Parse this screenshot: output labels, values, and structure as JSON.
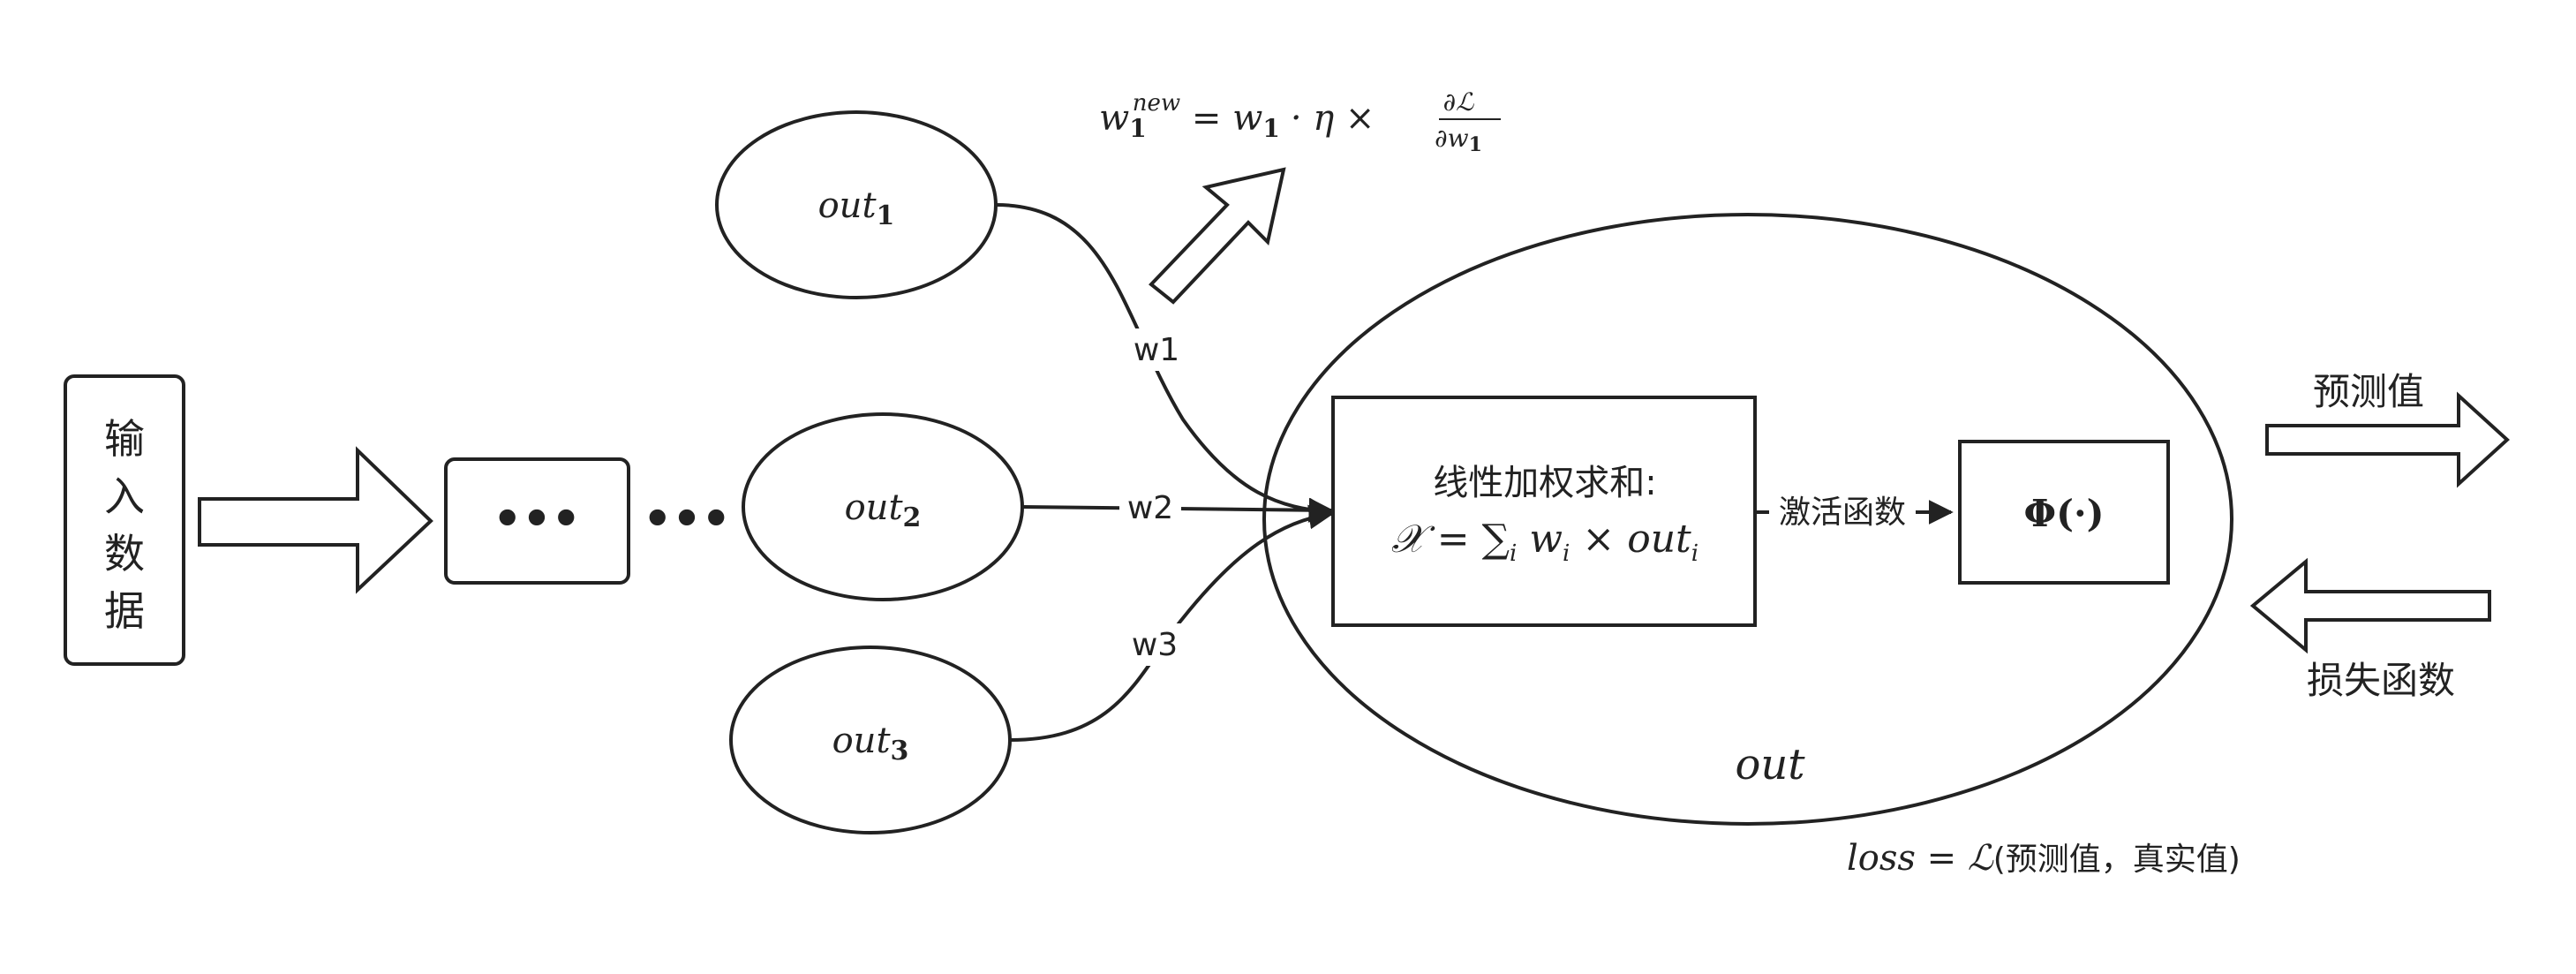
{
  "input": {
    "chars": [
      "输",
      "入",
      "数",
      "据"
    ]
  },
  "ellipsis_box": "•••",
  "ellipsis_dots": "•••",
  "neurons": [
    {
      "label": "out",
      "sub": "1"
    },
    {
      "label": "out",
      "sub": "2"
    },
    {
      "label": "out",
      "sub": "3"
    }
  ],
  "weights": [
    "w1",
    "w2",
    "w3"
  ],
  "update_formula": {
    "w": "w",
    "sub": "1",
    "sup": "new",
    "eq": " = ",
    "w1": "w",
    "w1_sub": "1",
    "eta": "· η × ",
    "frac_num": "∂ℒ",
    "frac_den": "∂w",
    "frac_den_sub": "1"
  },
  "sum_box": {
    "title": "线性加权求和:",
    "formula_x": "𝒳",
    "formula_rest": " = ∑",
    "formula_i": "i",
    "formula_tail": " w",
    "formula_wi": "i",
    "formula_times": " × out",
    "formula_outi": "i"
  },
  "activation_label": "激活函数",
  "phi_box": "Φ(·)",
  "outer_label": "out",
  "prediction_label": "预测值",
  "loss_label": "损失函数",
  "loss_formula": {
    "math": "loss = ℒ",
    "text": "(预测值，真实值)"
  }
}
